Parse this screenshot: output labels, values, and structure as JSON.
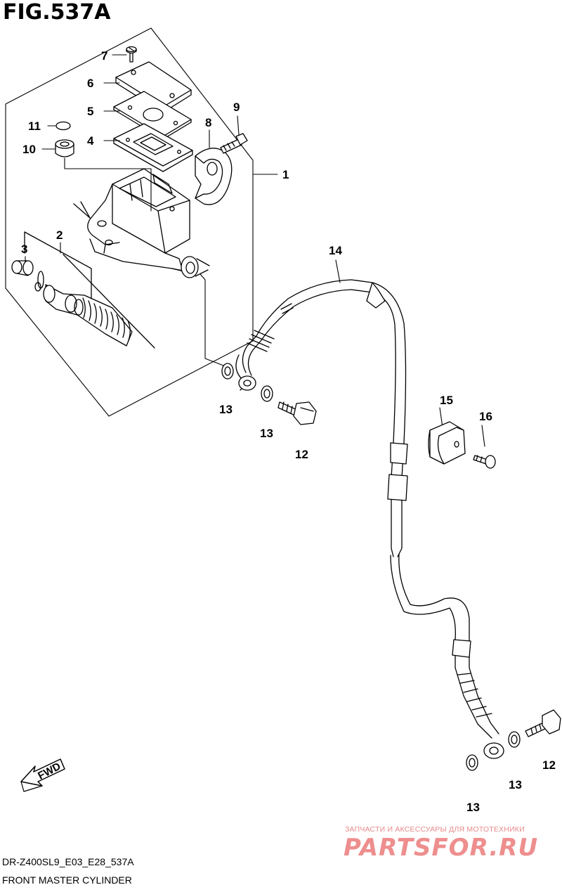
{
  "figure": {
    "title": "FIG.537A",
    "code": "DR-Z400SL9_E03_E28_537A",
    "caption": "FRONT MASTER CYLINDER"
  },
  "direction_marker": "FWD",
  "watermark": {
    "tagline": "ЗАПЧАСТИ И АКСЕССУАРЫ ДЛЯ МОТОТЕХНИКИ",
    "logo": "PARTSFOR.RU"
  },
  "callouts": {
    "c1": "1",
    "c2": "2",
    "c3": "3",
    "c4": "4",
    "c5": "5",
    "c6": "6",
    "c7": "7",
    "c8": "8",
    "c9": "9",
    "c10": "10",
    "c11": "11",
    "c12a": "12",
    "c12b": "12",
    "c13a": "13",
    "c13b": "13",
    "c13c": "13",
    "c13d": "13",
    "c14": "14",
    "c15": "15",
    "c16": "16"
  }
}
